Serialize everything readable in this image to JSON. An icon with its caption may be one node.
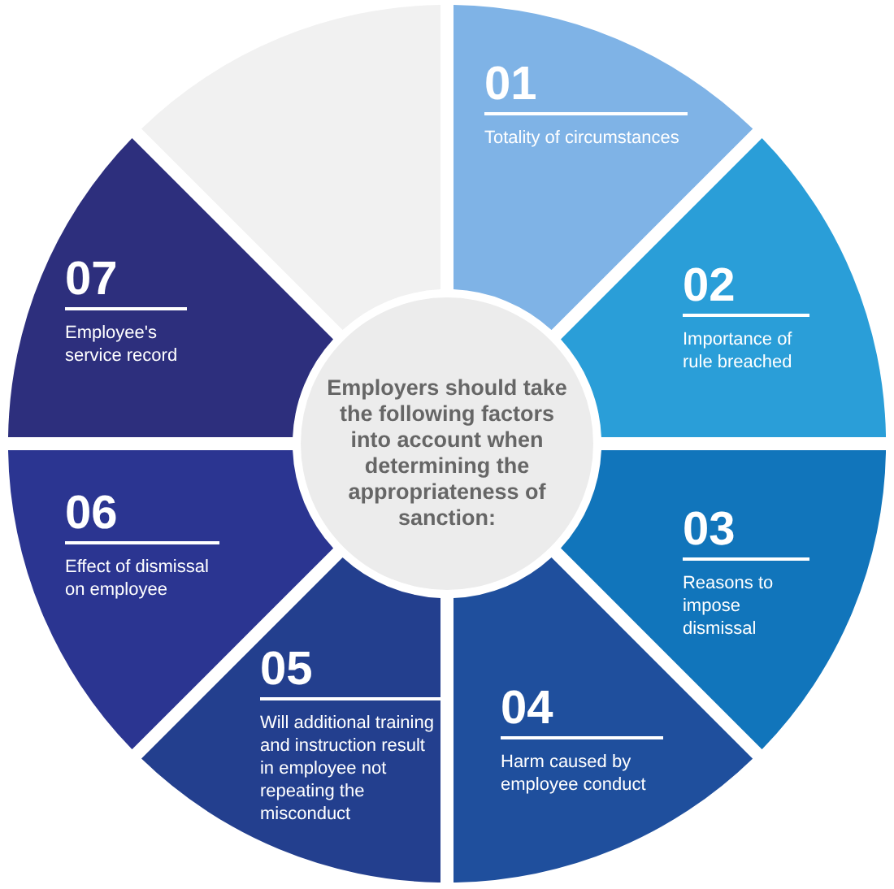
{
  "diagram": {
    "nodes": [
      {
        "text": [
          "01",
          "Totality of circumstances"
        ]
      },
      {
        "text": [
          "02",
          "Importance of rule breached"
        ]
      },
      {
        "text": [
          "03",
          "Reasons to impose dismissal"
        ]
      },
      {
        "text": [
          "04",
          "Harm caused by employee conduct"
        ]
      },
      {
        "text": [
          "05",
          "Will additional training and instruction result in employee not repeating the misconduct"
        ]
      },
      {
        "text": [
          "06",
          "Effect of dismissal on employee"
        ]
      },
      {
        "text": [
          "07",
          "Employee's service record"
        ]
      },
      {
        "text": [],
        "shape": "wedge"
      },
      {
        "text": [
          "Employers should take the following factors into account when determining the appropriateness of sanction:"
        ]
      }
    ]
  }
}
